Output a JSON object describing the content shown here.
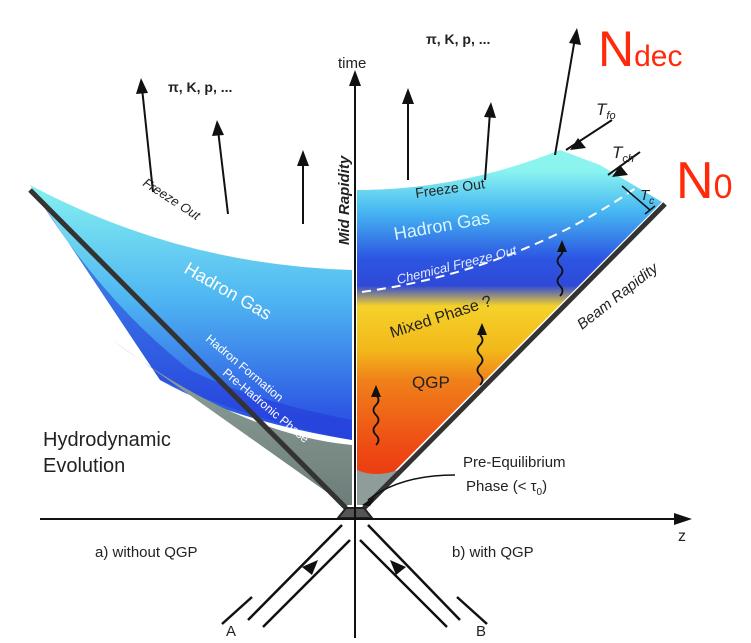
{
  "axes": {
    "time": "time",
    "z": "z",
    "mid_rapidity": "Mid Rapidity",
    "beam_rapidity": "Beam Rapidity"
  },
  "beams": {
    "a": "A",
    "b": "B"
  },
  "left_panel": {
    "caption": "a) without QGP",
    "particles": "π, K, p, ...",
    "freeze_out": "Freeze Out",
    "hadron_gas": "Hadron Gas",
    "hadron_formation": "Hadron Formation",
    "pre_hadronic": "Pre-Hadronic Phase",
    "hydro_line1": "Hydrodynamic",
    "hydro_line2": "Evolution"
  },
  "right_panel": {
    "caption": "b) with QGP",
    "particles": "π, K, p, ...",
    "freeze_out": "Freeze Out",
    "hadron_gas": "Hadron Gas",
    "chemical_freeze_out": "Chemical Freeze Out",
    "mixed_phase": "Mixed Phase ?",
    "qgp": "QGP",
    "pre_eq_line1": "Pre-Equilibrium",
    "pre_eq_line2": "Phase (< τ",
    "pre_eq_sub": "0",
    "pre_eq_close": ")"
  },
  "temperatures": {
    "t_fo": "T",
    "t_fo_sub": "fo",
    "t_ch": "T",
    "t_ch_sub": "ch",
    "t_c": "T",
    "t_c_sub": "c"
  },
  "overlay": {
    "n_dec": "N",
    "n_dec_sub": "dec",
    "n_0": "N",
    "n_0_sub": "0"
  },
  "colors": {
    "freeze_cyan": "#7df2ee",
    "hadron_blue": "#2a4ee0",
    "mixed_yellow": "#f6c21c",
    "qgp_red": "#f03410",
    "pre_hadronic_gray": "#7a8a86",
    "annotation_red": "#ff2a0a"
  }
}
